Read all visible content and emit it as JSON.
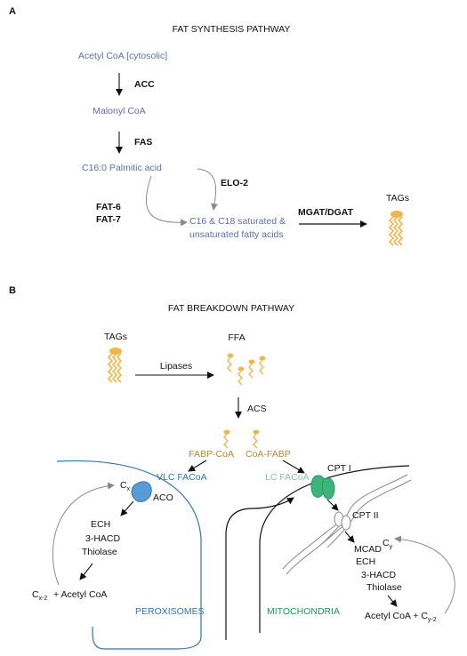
{
  "panel_a": {
    "letter": "A",
    "title": "FAT SYNTHESIS PATHWAY",
    "acetyl_coa": "Acetyl CoA [cytosolic]",
    "enzyme_acc": "ACC",
    "malonyl_coa": "Malonyl CoA",
    "enzyme_fas": "FAS",
    "palmitic": "C16:0 Palmitic acid",
    "enzyme_elo2": "ELO-2",
    "enzyme_fat6": "FAT-6",
    "enzyme_fat7": "FAT-7",
    "fatty_acids_line1": "C16 & C18 saturated &",
    "fatty_acids_line2": "unsaturated fatty acids",
    "enzyme_mgat": "MGAT/DGAT",
    "tags": "TAGs"
  },
  "panel_b": {
    "letter": "B",
    "title": "FAT BREAKDOWN PATHWAY",
    "tags": "TAGs",
    "ffa": "FFA",
    "lipases": "Lipases",
    "acs": "ACS",
    "fabp_coa": "FABP-CoA",
    "coa_fabp": "CoA-FABP",
    "vlc_facoa": "VLC FACoA",
    "lc_facoa": "LC FACoA",
    "cx_main": "C",
    "cx_sub": "x",
    "aco": "ACO",
    "ech_left": "ECH",
    "hacd_left": "3-HACD",
    "thiolase_left": "Thiolase",
    "cx2_main": "C",
    "cx2_sub": "x-2",
    "plus_acetyl_left": "+  Acetyl CoA",
    "peroxisomes": "PEROXISOMES",
    "cpt1": "CPT I",
    "cpt2": "CPT II",
    "cy_main": "C",
    "cy_sub": "y",
    "mcad": "MCAD",
    "ech_right": "ECH",
    "hacd_right": "3-HACD",
    "thiolase_right": "Thiolase",
    "acetyl_plus_right": "Acetyl CoA  +  C",
    "cy2_sub": "y-2",
    "mitochondria": "MITOCHONDRIA"
  },
  "colors": {
    "blue_text": "#5b6eb0",
    "orange_text": "#b8862e",
    "lipid_orange": "#f0b64c",
    "peroxisome_blue": "#2e75b6",
    "aco_fill": "#5b9bd5",
    "mito_green": "#1f9a5a",
    "cpt_fill": "#3db57a",
    "lc_green": "#7fc7a0",
    "grey_arrow": "#8a8a8a",
    "black": "#111111"
  }
}
